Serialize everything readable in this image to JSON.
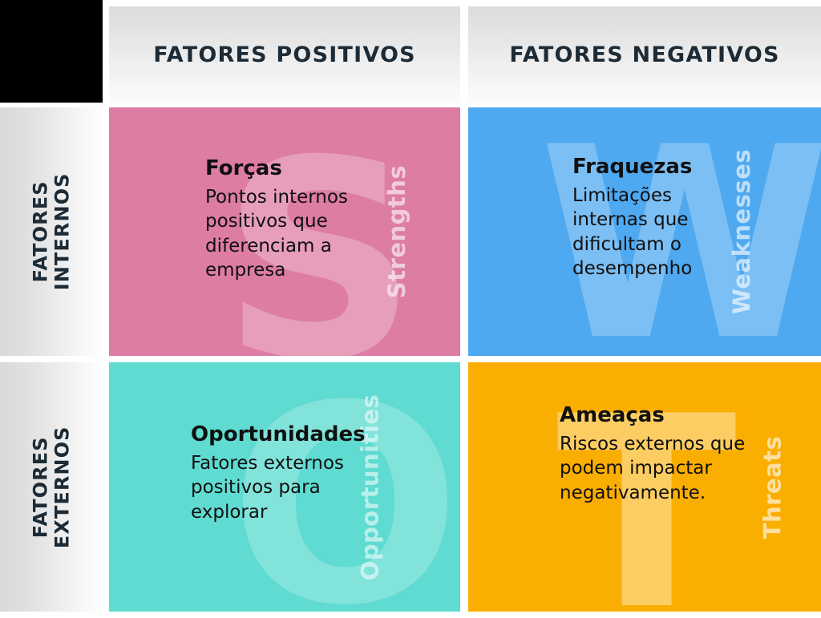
{
  "column_headers": [
    {
      "label": "FATORES POSITIVOS",
      "name": "positives"
    },
    {
      "label": "FATORES NEGATIVOS",
      "name": "negatives"
    }
  ],
  "row_headers": [
    {
      "line1": "FATORES",
      "line2": "INTERNOS"
    },
    {
      "line1": "FATORES",
      "line2": "EXTERNOS"
    }
  ],
  "colors": {
    "strengths": "#dd7da4",
    "weaknesses": "#4fa9f0",
    "opportunities": "#5fdbd1",
    "threats": "#fbae02",
    "corner": "#000000",
    "header_text": "#1c2b36",
    "body_text": "#101010"
  },
  "quadrants": {
    "strengths": {
      "title": "Forças",
      "description": "Pontos internos positivos que diferenciam a empresa",
      "watermark_letter": "S",
      "side_label": "Strengths"
    },
    "weaknesses": {
      "title": "Fraquezas",
      "description": "Limitações internas que dificultam o desempenho",
      "watermark_letter": "W",
      "side_label": "Weaknesses"
    },
    "opportunities": {
      "title": "Oportunidades",
      "description": "Fatores externos positivos para explorar",
      "watermark_letter": "O",
      "side_label": "Opportunities"
    },
    "threats": {
      "title": "Ameaças",
      "description": "Riscos externos que podem impactar negativamente.",
      "watermark_letter": "T",
      "side_label": "Threats"
    }
  }
}
